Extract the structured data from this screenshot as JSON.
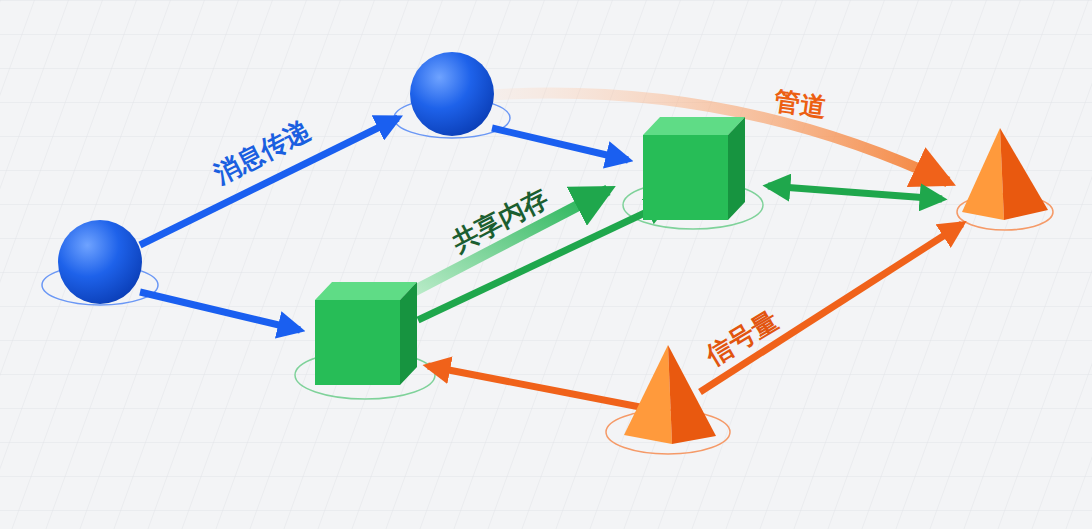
{
  "diagram": {
    "labels": [
      "消息传递",
      "共享内存",
      "管道",
      "信号量"
    ]
  }
}
